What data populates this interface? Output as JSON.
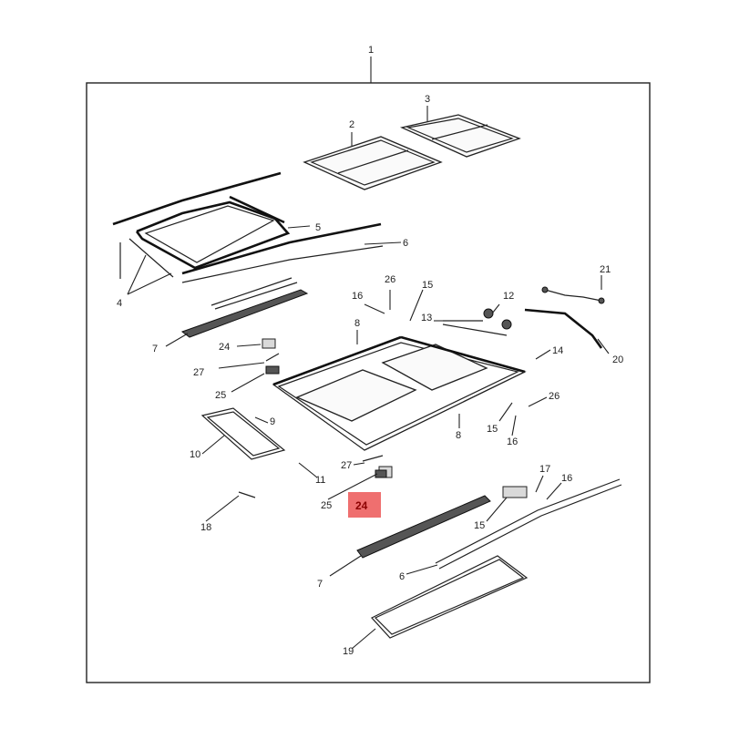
{
  "diagram": {
    "highlight": {
      "label": "24",
      "color": "#ef6f6f"
    },
    "callouts": [
      {
        "id": "c1",
        "label": "1"
      },
      {
        "id": "c2",
        "label": "2"
      },
      {
        "id": "c3",
        "label": "3"
      },
      {
        "id": "c4",
        "label": "4"
      },
      {
        "id": "c5",
        "label": "5"
      },
      {
        "id": "c6a",
        "label": "6"
      },
      {
        "id": "c7a",
        "label": "7"
      },
      {
        "id": "c24a",
        "label": "24"
      },
      {
        "id": "c27a",
        "label": "27"
      },
      {
        "id": "c25a",
        "label": "25"
      },
      {
        "id": "c16a",
        "label": "16"
      },
      {
        "id": "c26a",
        "label": "26"
      },
      {
        "id": "c15a",
        "label": "15"
      },
      {
        "id": "c8a",
        "label": "8"
      },
      {
        "id": "c13",
        "label": "13"
      },
      {
        "id": "c12",
        "label": "12"
      },
      {
        "id": "c21",
        "label": "21"
      },
      {
        "id": "c14",
        "label": "14"
      },
      {
        "id": "c20",
        "label": "20"
      },
      {
        "id": "c26b",
        "label": "26"
      },
      {
        "id": "c15b",
        "label": "15"
      },
      {
        "id": "c16b",
        "label": "16"
      },
      {
        "id": "c8b",
        "label": "8"
      },
      {
        "id": "c9",
        "label": "9"
      },
      {
        "id": "c10",
        "label": "10"
      },
      {
        "id": "c11",
        "label": "11"
      },
      {
        "id": "c27b",
        "label": "27"
      },
      {
        "id": "c25b",
        "label": "25"
      },
      {
        "id": "c18",
        "label": "18"
      },
      {
        "id": "c17",
        "label": "17"
      },
      {
        "id": "c16c",
        "label": "16"
      },
      {
        "id": "c15c",
        "label": "15"
      },
      {
        "id": "c7b",
        "label": "7"
      },
      {
        "id": "c6b",
        "label": "6"
      },
      {
        "id": "c19",
        "label": "19"
      }
    ]
  }
}
